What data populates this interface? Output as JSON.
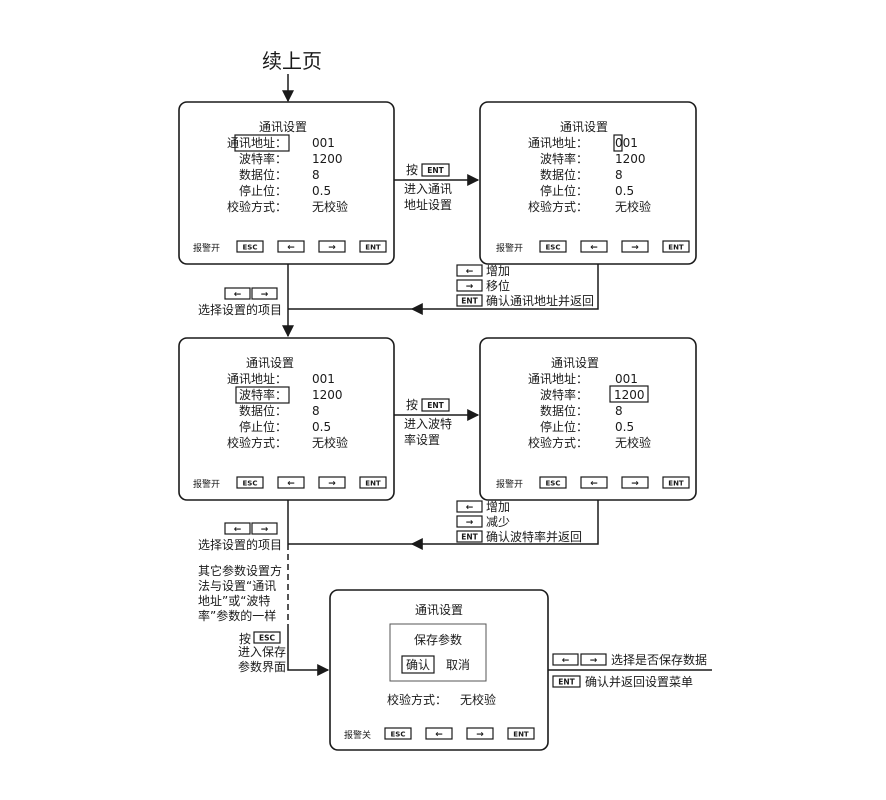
{
  "header": "续上页",
  "panels": {
    "addr_select": {
      "title": "通讯设置",
      "rows": [
        {
          "label": "通讯地址：",
          "value": "001"
        },
        {
          "label": "波特率：",
          "value": "1200"
        },
        {
          "label": "数据位：",
          "value": "8"
        },
        {
          "label": "停止位：",
          "value": "0.5"
        },
        {
          "label": "校验方式：",
          "value": "无校验"
        }
      ],
      "footer_left": "报警开",
      "keys": [
        "ESC",
        "←",
        "→",
        "ENT"
      ]
    },
    "addr_edit": {
      "title": "通讯设置",
      "rows": [
        {
          "label": "通讯地址：",
          "value": "001"
        },
        {
          "label": "波特率：",
          "value": "1200"
        },
        {
          "label": "数据位：",
          "value": "8"
        },
        {
          "label": "停止位：",
          "value": "0.5"
        },
        {
          "label": "校验方式：",
          "value": "无校验"
        }
      ],
      "footer_left": "报警开",
      "keys": [
        "ESC",
        "←",
        "→",
        "ENT"
      ]
    },
    "baud_select": {
      "title": "通讯设置",
      "rows": [
        {
          "label": "通讯地址：",
          "value": "001"
        },
        {
          "label": "波特率：",
          "value": "1200"
        },
        {
          "label": "数据位：",
          "value": "8"
        },
        {
          "label": "停止位：",
          "value": "0.5"
        },
        {
          "label": "校验方式：",
          "value": "无校验"
        }
      ],
      "footer_left": "报警开",
      "keys": [
        "ESC",
        "←",
        "→",
        "ENT"
      ]
    },
    "baud_edit": {
      "title": "通讯设置",
      "rows": [
        {
          "label": "通讯地址：",
          "value": "001"
        },
        {
          "label": "波特率：",
          "value": "1200"
        },
        {
          "label": "数据位：",
          "value": "8"
        },
        {
          "label": "停止位：",
          "value": "0.5"
        },
        {
          "label": "校验方式：",
          "value": "无校验"
        }
      ],
      "footer_left": "报警开",
      "keys": [
        "ESC",
        "←",
        "→",
        "ENT"
      ]
    },
    "save": {
      "title": "通讯设置",
      "dialog_title": "保存参数",
      "confirm": "确认",
      "cancel": "取消",
      "row_label": "校验方式：",
      "row_value": "无校验",
      "footer_left": "报警关",
      "keys": [
        "ESC",
        "←",
        "→",
        "ENT"
      ]
    }
  },
  "annotations": {
    "press": "按",
    "key_ent": "ENT",
    "key_esc": "ESC",
    "key_left": "←",
    "key_right": "→",
    "enter_addr_1": "进入通讯",
    "enter_addr_2": "地址设置",
    "enter_baud_1": "进入波特",
    "enter_baud_2": "率设置",
    "increase": "增加",
    "shift": "移位",
    "decrease": "减少",
    "confirm_addr_return": "确认通讯地址并返回",
    "confirm_baud_return": "确认波特率并返回",
    "select_item": "选择设置的项目",
    "other_1": "其它参数设置方",
    "other_2": "法与设置“通讯",
    "other_3": "地址”或“波特",
    "other_4": "率”参数的一样",
    "enter_save_1": "进入保存",
    "enter_save_2": "参数界面",
    "choose_save": "选择是否保存数据",
    "confirm_return_menu": "确认并返回设置菜单"
  }
}
